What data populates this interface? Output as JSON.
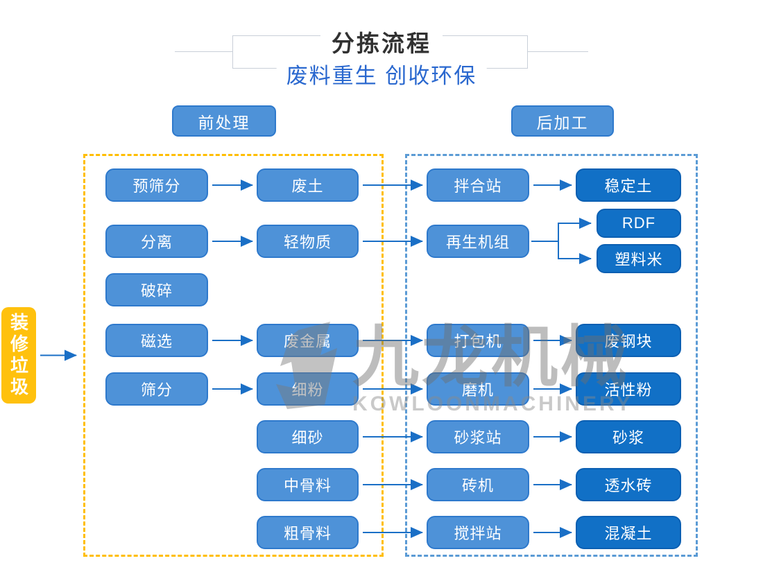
{
  "header": {
    "title": "分拣流程",
    "subtitle": "废料重生 创收环保"
  },
  "section_labels": {
    "pre": "前处理",
    "post": "后加工"
  },
  "source": {
    "label": "装修垃圾"
  },
  "watermark": {
    "cn": "九龙机械",
    "en": "KOWLOONMACHINERY"
  },
  "colors": {
    "medium_blue": "#4E92D8",
    "medium_blue_border": "#2E79CC",
    "dark_blue": "#1170C6",
    "dark_blue_border": "#0B5FB2",
    "yellow": "#FFC10D",
    "left_region_dash": "#FFBE00",
    "right_region_dash": "#5B9BD5",
    "arrow_blue": "#1A6FC6",
    "subtitle_blue": "#2A68CF",
    "title_gray": "#313131",
    "watermark_gray": "#8a8a8a"
  },
  "nodes": [
    {
      "id": "yushaifen",
      "label": "预筛分",
      "col": 1,
      "row": 1,
      "variant": "medium"
    },
    {
      "id": "fenli",
      "label": "分离",
      "col": 1,
      "row": 2,
      "variant": "medium"
    },
    {
      "id": "posui",
      "label": "破碎",
      "col": 1,
      "row": 3,
      "variant": "medium"
    },
    {
      "id": "cixuan",
      "label": "磁选",
      "col": 1,
      "row": 4,
      "variant": "medium"
    },
    {
      "id": "shaifen",
      "label": "筛分",
      "col": 1,
      "row": 5,
      "variant": "medium"
    },
    {
      "id": "feitu",
      "label": "废土",
      "col": 2,
      "row": 1,
      "variant": "medium"
    },
    {
      "id": "qingwuzhi",
      "label": "轻物质",
      "col": 2,
      "row": 2,
      "variant": "medium"
    },
    {
      "id": "feijinshu",
      "label": "废金属",
      "col": 2,
      "row": 4,
      "variant": "medium"
    },
    {
      "id": "xifen",
      "label": "细粉",
      "col": 2,
      "row": 5,
      "variant": "medium"
    },
    {
      "id": "xisha",
      "label": "细砂",
      "col": 2,
      "row": 6,
      "variant": "medium"
    },
    {
      "id": "zhongguliao",
      "label": "中骨料",
      "col": 2,
      "row": 7,
      "variant": "medium"
    },
    {
      "id": "cuguliao",
      "label": "粗骨料",
      "col": 2,
      "row": 8,
      "variant": "medium"
    },
    {
      "id": "banhezhan",
      "label": "拌合站",
      "col": 3,
      "row": 1,
      "variant": "medium"
    },
    {
      "id": "zaishengjizu",
      "label": "再生机组",
      "col": 3,
      "row": 2,
      "variant": "medium"
    },
    {
      "id": "dabaoji",
      "label": "打包机",
      "col": 3,
      "row": 4,
      "variant": "medium"
    },
    {
      "id": "moji",
      "label": "磨机",
      "col": 3,
      "row": 5,
      "variant": "medium"
    },
    {
      "id": "shajiangzhan",
      "label": "砂浆站",
      "col": 3,
      "row": 6,
      "variant": "medium"
    },
    {
      "id": "zhuanji",
      "label": "砖机",
      "col": 3,
      "row": 7,
      "variant": "medium"
    },
    {
      "id": "jiaobanzhan",
      "label": "搅拌站",
      "col": 3,
      "row": 8,
      "variant": "medium"
    },
    {
      "id": "wendingtu",
      "label": "稳定土",
      "col": 4,
      "row": 1,
      "variant": "dark"
    },
    {
      "id": "rdf",
      "label": "RDF",
      "special": "rdf",
      "variant": "dark"
    },
    {
      "id": "suliaomi",
      "label": "塑料米",
      "special": "suliaomi",
      "variant": "dark"
    },
    {
      "id": "feigangkuai",
      "label": "废钢块",
      "col": 4,
      "row": 4,
      "variant": "dark"
    },
    {
      "id": "huoxingfen",
      "label": "活性粉",
      "col": 4,
      "row": 5,
      "variant": "dark"
    },
    {
      "id": "shajiang",
      "label": "砂浆",
      "col": 4,
      "row": 6,
      "variant": "dark"
    },
    {
      "id": "toushuizhuan",
      "label": "透水砖",
      "col": 4,
      "row": 7,
      "variant": "dark"
    },
    {
      "id": "hunningtu",
      "label": "混凝土",
      "col": 4,
      "row": 8,
      "variant": "dark"
    }
  ],
  "edges": [
    [
      "source",
      "entry"
    ],
    [
      "yushaifen",
      "feitu"
    ],
    [
      "feitu",
      "banhezhan"
    ],
    [
      "banhezhan",
      "wendingtu"
    ],
    [
      "fenli",
      "qingwuzhi"
    ],
    [
      "qingwuzhi",
      "zaishengjizu"
    ],
    [
      "zaishengjizu",
      "rdf"
    ],
    [
      "zaishengjizu",
      "suliaomi"
    ],
    [
      "cixuan",
      "feijinshu"
    ],
    [
      "feijinshu",
      "dabaoji"
    ],
    [
      "dabaoji",
      "feigangkuai"
    ],
    [
      "shaifen",
      "xifen"
    ],
    [
      "xifen",
      "moji"
    ],
    [
      "moji",
      "huoxingfen"
    ],
    [
      "xisha",
      "shajiangzhan"
    ],
    [
      "shajiangzhan",
      "shajiang"
    ],
    [
      "zhongguliao",
      "zhuanji"
    ],
    [
      "zhuanji",
      "toushuizhuan"
    ],
    [
      "cuguliao",
      "jiaobanzhan"
    ],
    [
      "jiaobanzhan",
      "hunningtu"
    ]
  ]
}
